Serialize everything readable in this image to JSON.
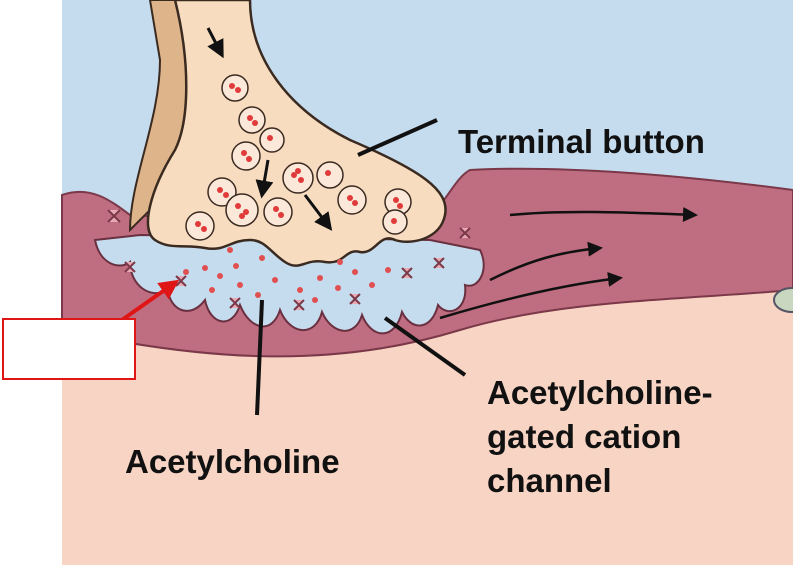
{
  "labels": {
    "terminal_button": "Terminal button",
    "acetylcholine": "Acetylcholine",
    "channel_line1": "Acetylcholine-",
    "channel_line2": "gated cation",
    "channel_line3": "channel"
  },
  "answer_box": {
    "text": ""
  },
  "colors": {
    "extracellular": "#c5dcee",
    "terminal_fill": "#f7dcc0",
    "terminal_outline": "#3a2a20",
    "axon_sheath": "#deb48a",
    "muscle_membrane": "#bf6d80",
    "muscle_fiber": "#f7d4c4",
    "vesicle": "#e03a3a",
    "pointer": "#e01515"
  }
}
